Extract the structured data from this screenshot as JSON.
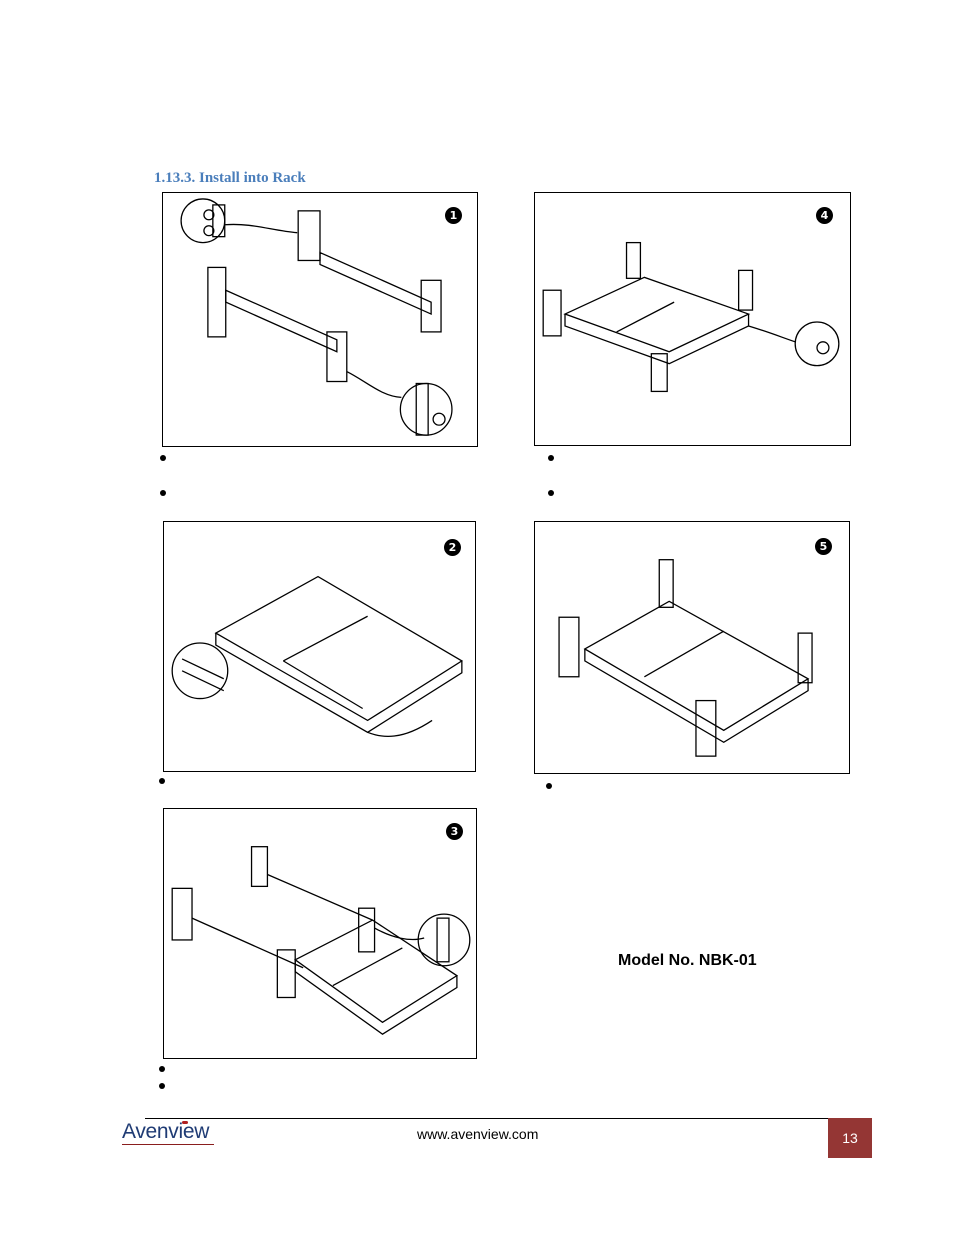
{
  "section": {
    "heading": "1.13.3. Install into Rack"
  },
  "steps": [
    {
      "badge": "1"
    },
    {
      "badge": "2"
    },
    {
      "badge": "3"
    },
    {
      "badge": "4"
    },
    {
      "badge": "5"
    }
  ],
  "model": {
    "text": "Model No. NBK-01"
  },
  "footer": {
    "logo": "Avenview",
    "url": "www.avenview.com",
    "page_number": "13"
  }
}
